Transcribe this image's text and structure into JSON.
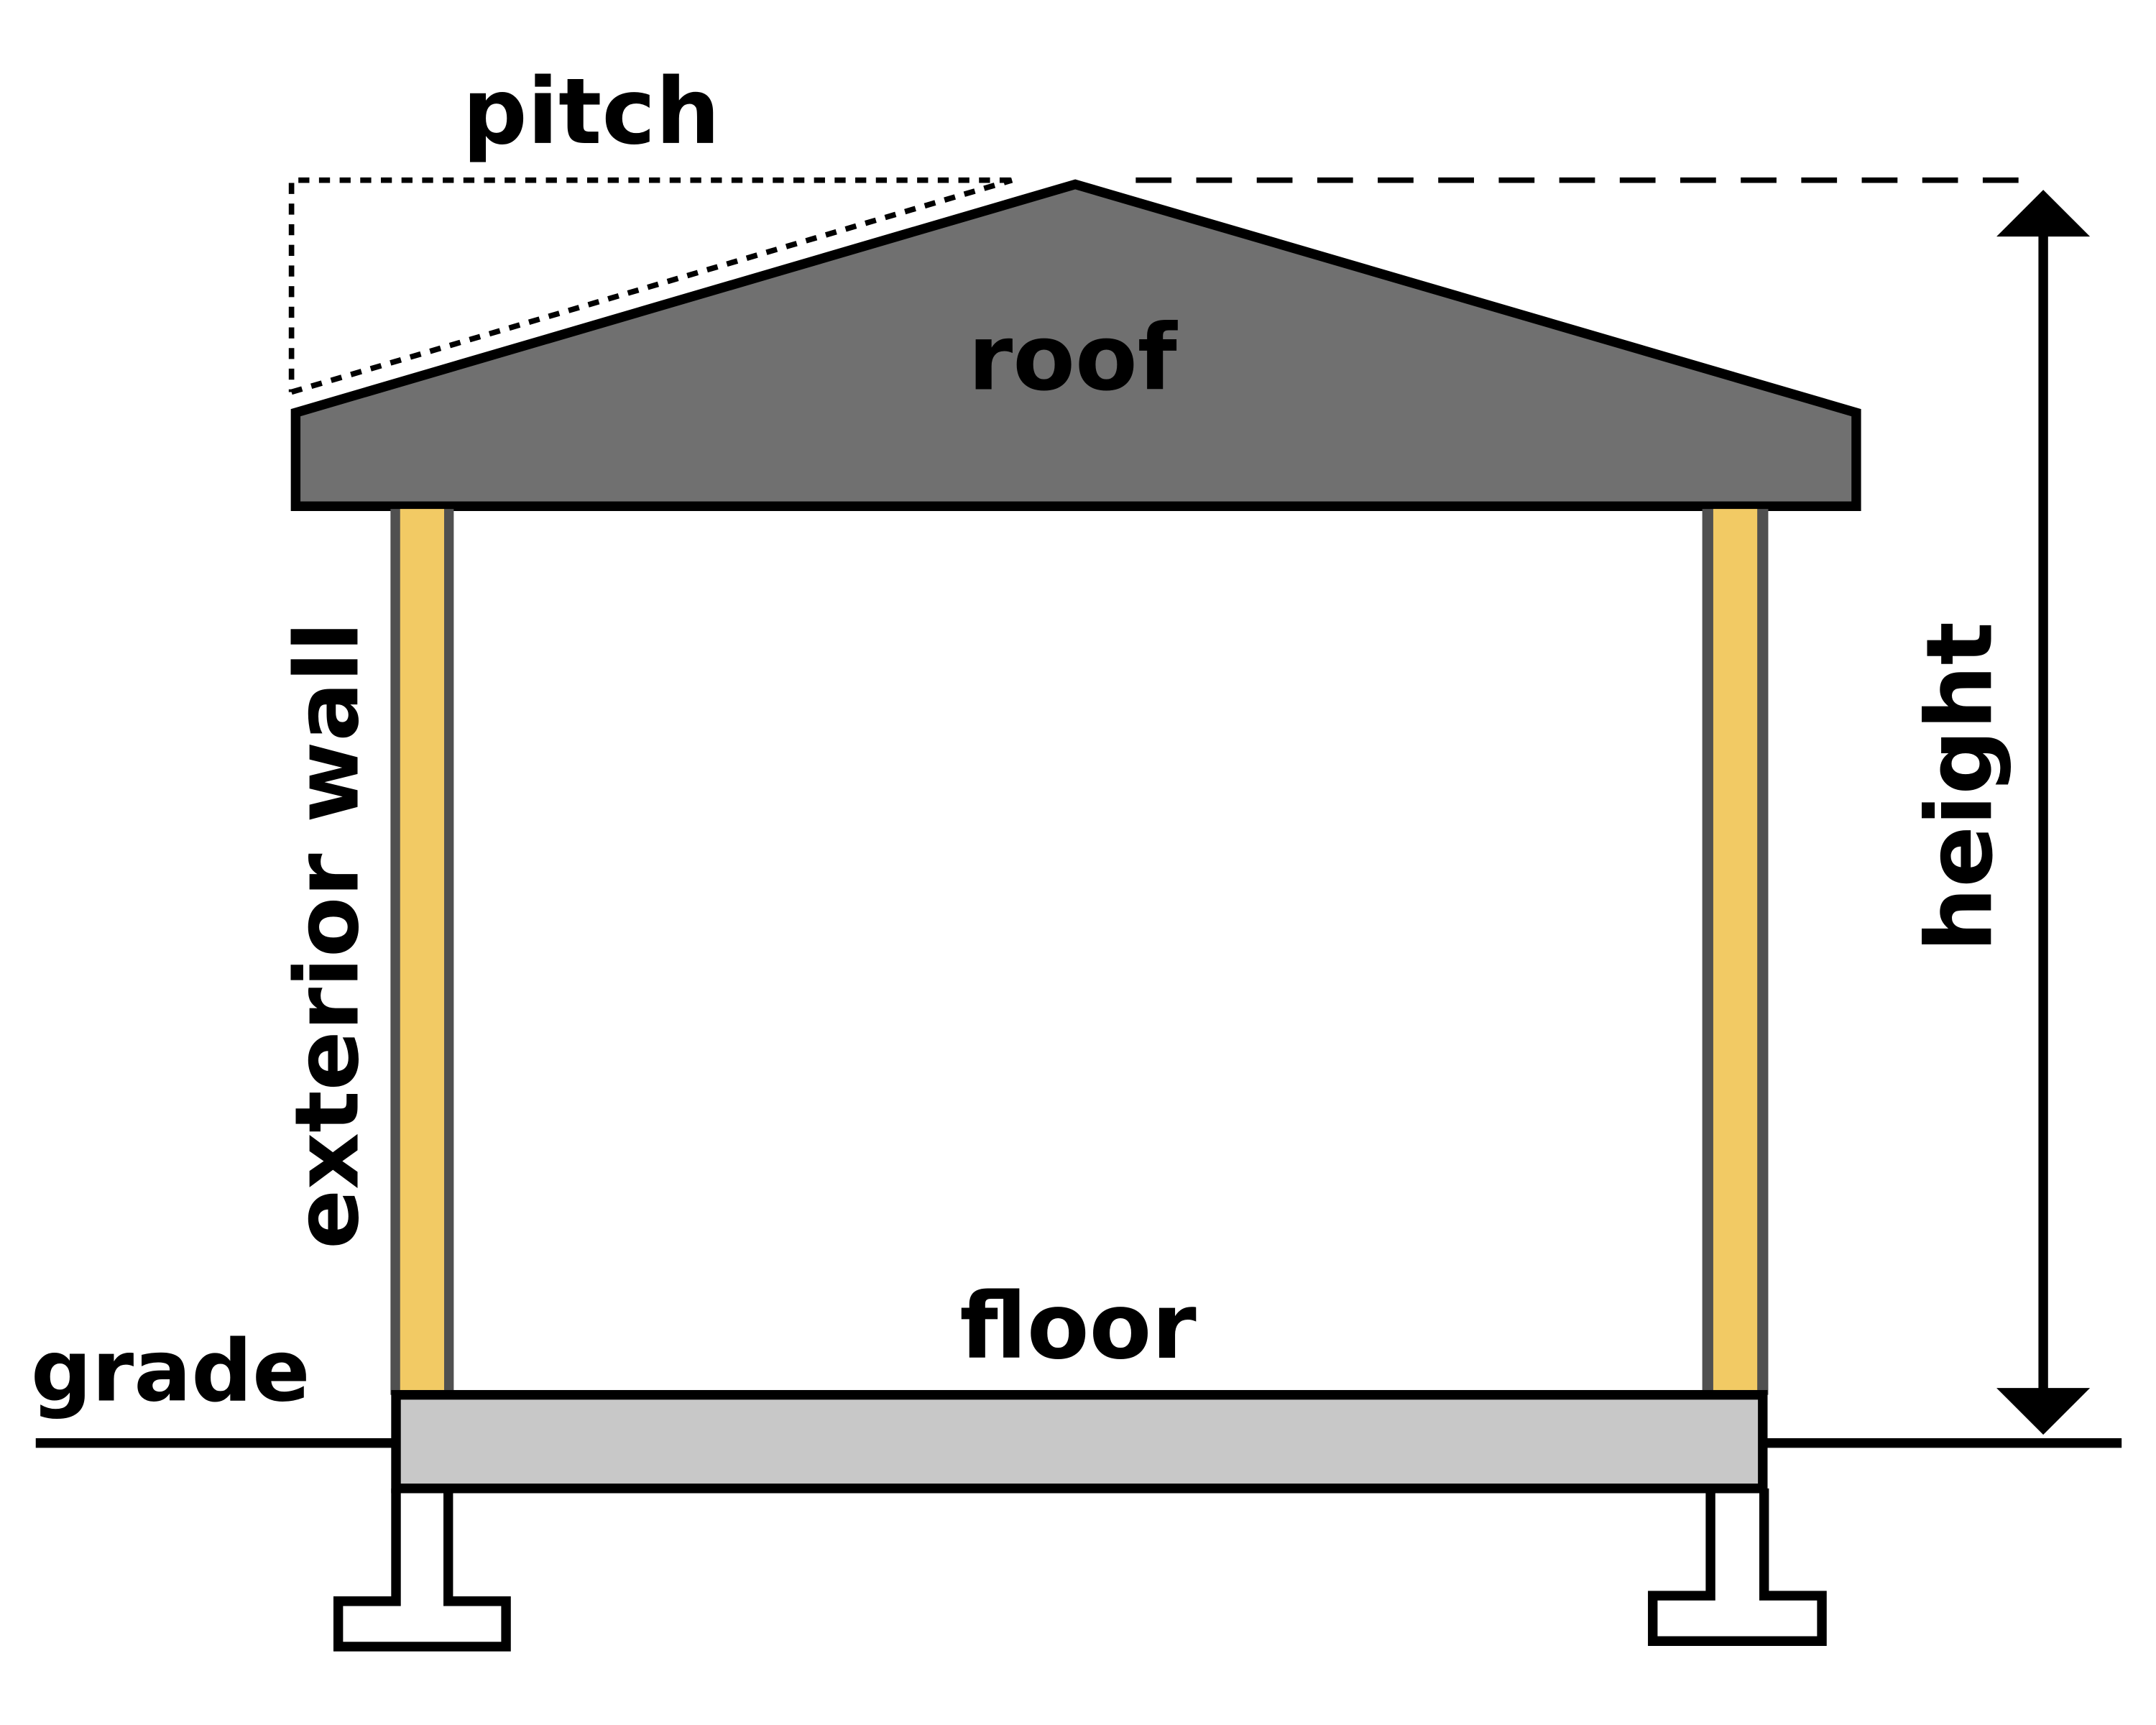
{
  "diagram": {
    "labels": {
      "pitch": "pitch",
      "roof": "roof",
      "exterior_wall": "exterior wall",
      "height": "height",
      "floor": "floor",
      "grade": "grade"
    },
    "colors": {
      "roof": "#707070",
      "wall_insulation": "#f2ca64",
      "wall_sheathing": "#505050",
      "floor_slab": "#c8c8c8",
      "outline": "#000000",
      "background": "#ffffff"
    }
  }
}
